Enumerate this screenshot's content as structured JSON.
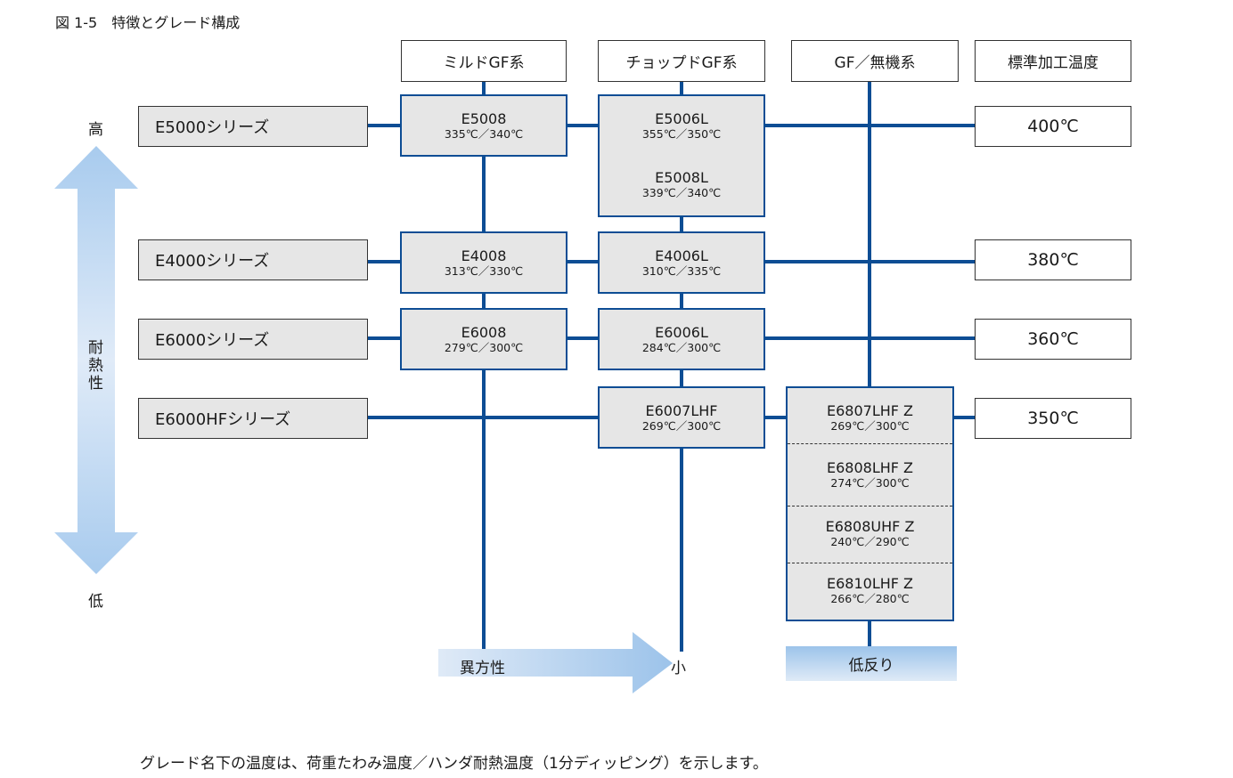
{
  "figure_title": "図 1-5　特徴とグレード構成",
  "headers": {
    "milled": "ミルドGF系",
    "chopped": "チョップドGF系",
    "gf_inorganic": "GF／無機系",
    "standard_temp": "標準加工温度"
  },
  "axis": {
    "high": "高",
    "low": "低",
    "heat_resistance": [
      "耐",
      "熱",
      "性"
    ],
    "anisotropy": "異方性",
    "small": "小",
    "low_warpage": "低反り"
  },
  "series": [
    {
      "name": "E5000シリーズ",
      "temp": "400℃"
    },
    {
      "name": "E4000シリーズ",
      "temp": "380℃"
    },
    {
      "name": "E6000シリーズ",
      "temp": "360℃"
    },
    {
      "name": "E6000HFシリーズ",
      "temp": "350℃"
    }
  ],
  "grades": {
    "e5008": {
      "name": "E5008",
      "temp": "335℃／340℃"
    },
    "e5006l": {
      "name": "E5006L",
      "temp": "355℃／350℃"
    },
    "e5008l": {
      "name": "E5008L",
      "temp": "339℃／340℃"
    },
    "e4008": {
      "name": "E4008",
      "temp": "313℃／330℃"
    },
    "e4006l": {
      "name": "E4006L",
      "temp": "310℃／335℃"
    },
    "e6008": {
      "name": "E6008",
      "temp": "279℃／300℃"
    },
    "e6006l": {
      "name": "E6006L",
      "temp": "284℃／300℃"
    },
    "e6007lhf": {
      "name": "E6007LHF",
      "temp": "269℃／300℃"
    },
    "e6807lhfz": {
      "name": "E6807LHF Z",
      "temp": "269℃／300℃"
    },
    "e6808lhfz": {
      "name": "E6808LHF Z",
      "temp": "274℃／300℃"
    },
    "e6808uhfz": {
      "name": "E6808UHF Z",
      "temp": "240℃／290℃"
    },
    "e6810lhfz": {
      "name": "E6810LHF Z",
      "temp": "266℃／280℃"
    }
  },
  "footnote": "グレード名下の温度は、荷重たわみ温度／ハンダ耐熱温度（1分ディッピング）を示します。",
  "colors": {
    "line": "#0d4d94",
    "box_fill": "#e6e6e6",
    "arrow_light": "#dfeaf7",
    "arrow_dark": "#9cc3ea"
  }
}
